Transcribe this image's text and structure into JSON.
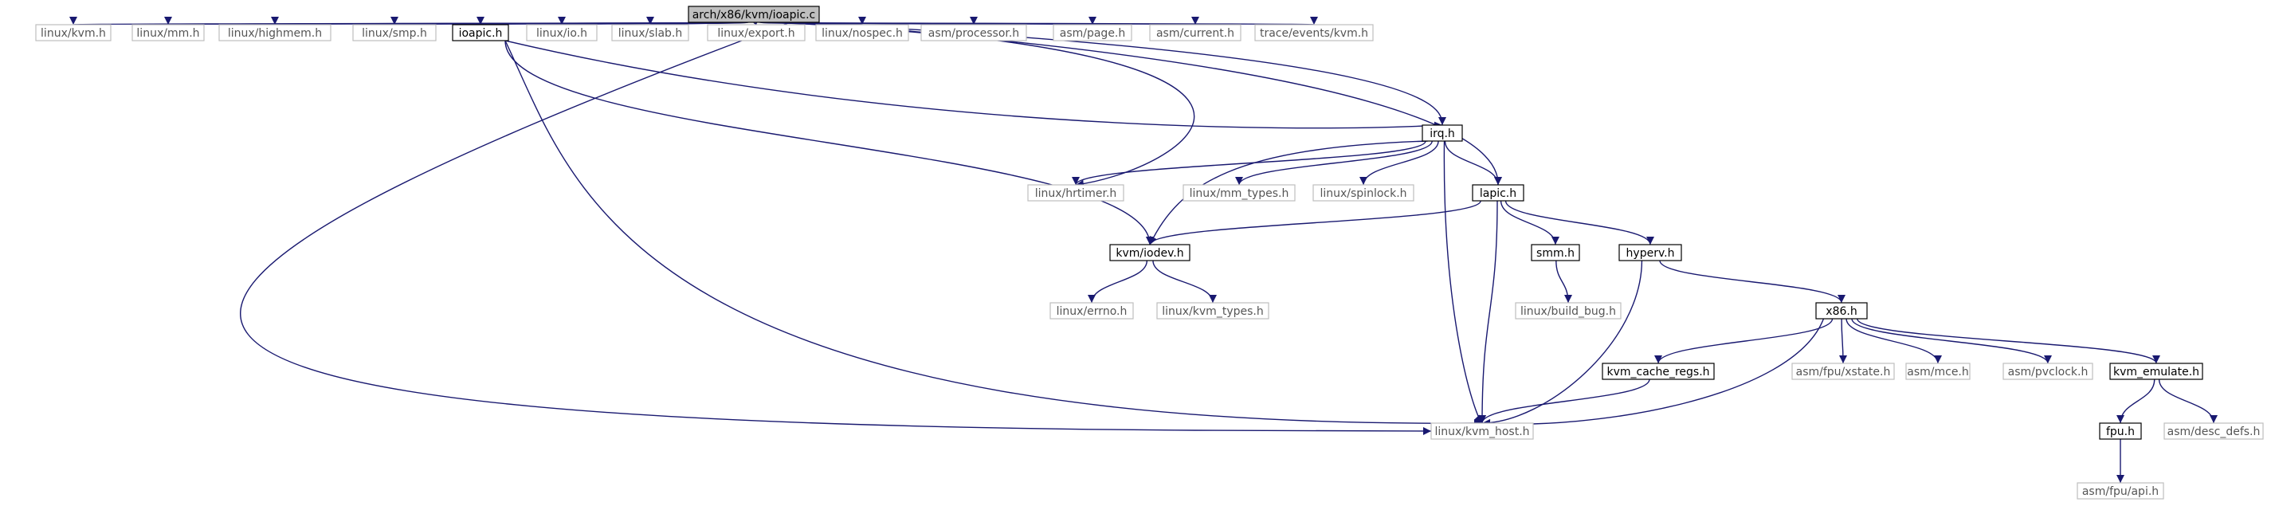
{
  "graph": {
    "colors": {
      "edge": "#191970",
      "root_fill": "#bfbfbf",
      "node_border": "#000000",
      "external_border": "#bfbfbf",
      "external_text": "#555555",
      "text": "#000000",
      "background": "#ffffff"
    },
    "nodes": [
      {
        "id": "root",
        "label": "arch/x86/kvm/ioapic.c",
        "kind": "root"
      },
      {
        "id": "linux_kvm",
        "label": "linux/kvm.h",
        "kind": "external"
      },
      {
        "id": "linux_mm",
        "label": "linux/mm.h",
        "kind": "external"
      },
      {
        "id": "linux_highmem",
        "label": "linux/highmem.h",
        "kind": "external"
      },
      {
        "id": "linux_smp",
        "label": "linux/smp.h",
        "kind": "external"
      },
      {
        "id": "ioapic_h",
        "label": "ioapic.h",
        "kind": "local"
      },
      {
        "id": "linux_io",
        "label": "linux/io.h",
        "kind": "external"
      },
      {
        "id": "linux_slab",
        "label": "linux/slab.h",
        "kind": "external"
      },
      {
        "id": "linux_export",
        "label": "linux/export.h",
        "kind": "external"
      },
      {
        "id": "linux_nospec",
        "label": "linux/nospec.h",
        "kind": "external"
      },
      {
        "id": "asm_processor",
        "label": "asm/processor.h",
        "kind": "external"
      },
      {
        "id": "asm_page",
        "label": "asm/page.h",
        "kind": "external"
      },
      {
        "id": "asm_current",
        "label": "asm/current.h",
        "kind": "external"
      },
      {
        "id": "trace_kvm",
        "label": "trace/events/kvm.h",
        "kind": "external"
      },
      {
        "id": "irq_h",
        "label": "irq.h",
        "kind": "local"
      },
      {
        "id": "linux_hrtimer",
        "label": "linux/hrtimer.h",
        "kind": "external"
      },
      {
        "id": "linux_mm_types",
        "label": "linux/mm_types.h",
        "kind": "external"
      },
      {
        "id": "linux_spinlock",
        "label": "linux/spinlock.h",
        "kind": "external"
      },
      {
        "id": "lapic_h",
        "label": "lapic.h",
        "kind": "local"
      },
      {
        "id": "kvm_iodev",
        "label": "kvm/iodev.h",
        "kind": "local"
      },
      {
        "id": "smm_h",
        "label": "smm.h",
        "kind": "local"
      },
      {
        "id": "hyperv_h",
        "label": "hyperv.h",
        "kind": "local"
      },
      {
        "id": "linux_errno",
        "label": "linux/errno.h",
        "kind": "external"
      },
      {
        "id": "linux_kvm_types",
        "label": "linux/kvm_types.h",
        "kind": "external"
      },
      {
        "id": "linux_build_bug",
        "label": "linux/build_bug.h",
        "kind": "external"
      },
      {
        "id": "x86_h",
        "label": "x86.h",
        "kind": "local"
      },
      {
        "id": "kvm_cache_regs",
        "label": "kvm_cache_regs.h",
        "kind": "local"
      },
      {
        "id": "asm_fpu_xstate",
        "label": "asm/fpu/xstate.h",
        "kind": "external"
      },
      {
        "id": "asm_mce",
        "label": "asm/mce.h",
        "kind": "external"
      },
      {
        "id": "asm_pvclock",
        "label": "asm/pvclock.h",
        "kind": "external"
      },
      {
        "id": "kvm_emulate",
        "label": "kvm_emulate.h",
        "kind": "local"
      },
      {
        "id": "linux_kvm_host",
        "label": "linux/kvm_host.h",
        "kind": "external"
      },
      {
        "id": "fpu_h",
        "label": "fpu.h",
        "kind": "local"
      },
      {
        "id": "asm_desc_defs",
        "label": "asm/desc_defs.h",
        "kind": "external"
      },
      {
        "id": "asm_fpu_api",
        "label": "asm/fpu/api.h",
        "kind": "external"
      }
    ],
    "edges": [
      [
        "root",
        "linux_kvm"
      ],
      [
        "root",
        "linux_mm"
      ],
      [
        "root",
        "linux_highmem"
      ],
      [
        "root",
        "linux_smp"
      ],
      [
        "root",
        "ioapic_h"
      ],
      [
        "root",
        "linux_io"
      ],
      [
        "root",
        "linux_slab"
      ],
      [
        "root",
        "linux_export"
      ],
      [
        "root",
        "linux_nospec"
      ],
      [
        "root",
        "asm_processor"
      ],
      [
        "root",
        "asm_page"
      ],
      [
        "root",
        "asm_current"
      ],
      [
        "root",
        "trace_kvm"
      ],
      [
        "root",
        "linux_hrtimer"
      ],
      [
        "root",
        "irq_h"
      ],
      [
        "root",
        "lapic_h"
      ],
      [
        "root",
        "linux_kvm_host"
      ],
      [
        "ioapic_h",
        "irq_h"
      ],
      [
        "ioapic_h",
        "kvm_iodev"
      ],
      [
        "ioapic_h",
        "linux_kvm_host"
      ],
      [
        "irq_h",
        "linux_hrtimer"
      ],
      [
        "irq_h",
        "kvm_iodev"
      ],
      [
        "irq_h",
        "linux_mm_types"
      ],
      [
        "irq_h",
        "linux_spinlock"
      ],
      [
        "irq_h",
        "lapic_h"
      ],
      [
        "irq_h",
        "linux_kvm_host"
      ],
      [
        "lapic_h",
        "kvm_iodev"
      ],
      [
        "lapic_h",
        "smm_h"
      ],
      [
        "lapic_h",
        "hyperv_h"
      ],
      [
        "lapic_h",
        "linux_kvm_host"
      ],
      [
        "kvm_iodev",
        "linux_errno"
      ],
      [
        "kvm_iodev",
        "linux_kvm_types"
      ],
      [
        "smm_h",
        "linux_build_bug"
      ],
      [
        "hyperv_h",
        "x86_h"
      ],
      [
        "hyperv_h",
        "linux_kvm_host"
      ],
      [
        "x86_h",
        "kvm_cache_regs"
      ],
      [
        "x86_h",
        "asm_fpu_xstate"
      ],
      [
        "x86_h",
        "asm_mce"
      ],
      [
        "x86_h",
        "asm_pvclock"
      ],
      [
        "x86_h",
        "kvm_emulate"
      ],
      [
        "x86_h",
        "linux_kvm_host"
      ],
      [
        "kvm_cache_regs",
        "linux_kvm_host"
      ],
      [
        "kvm_emulate",
        "fpu_h"
      ],
      [
        "kvm_emulate",
        "asm_desc_defs"
      ],
      [
        "fpu_h",
        "asm_fpu_api"
      ]
    ]
  }
}
